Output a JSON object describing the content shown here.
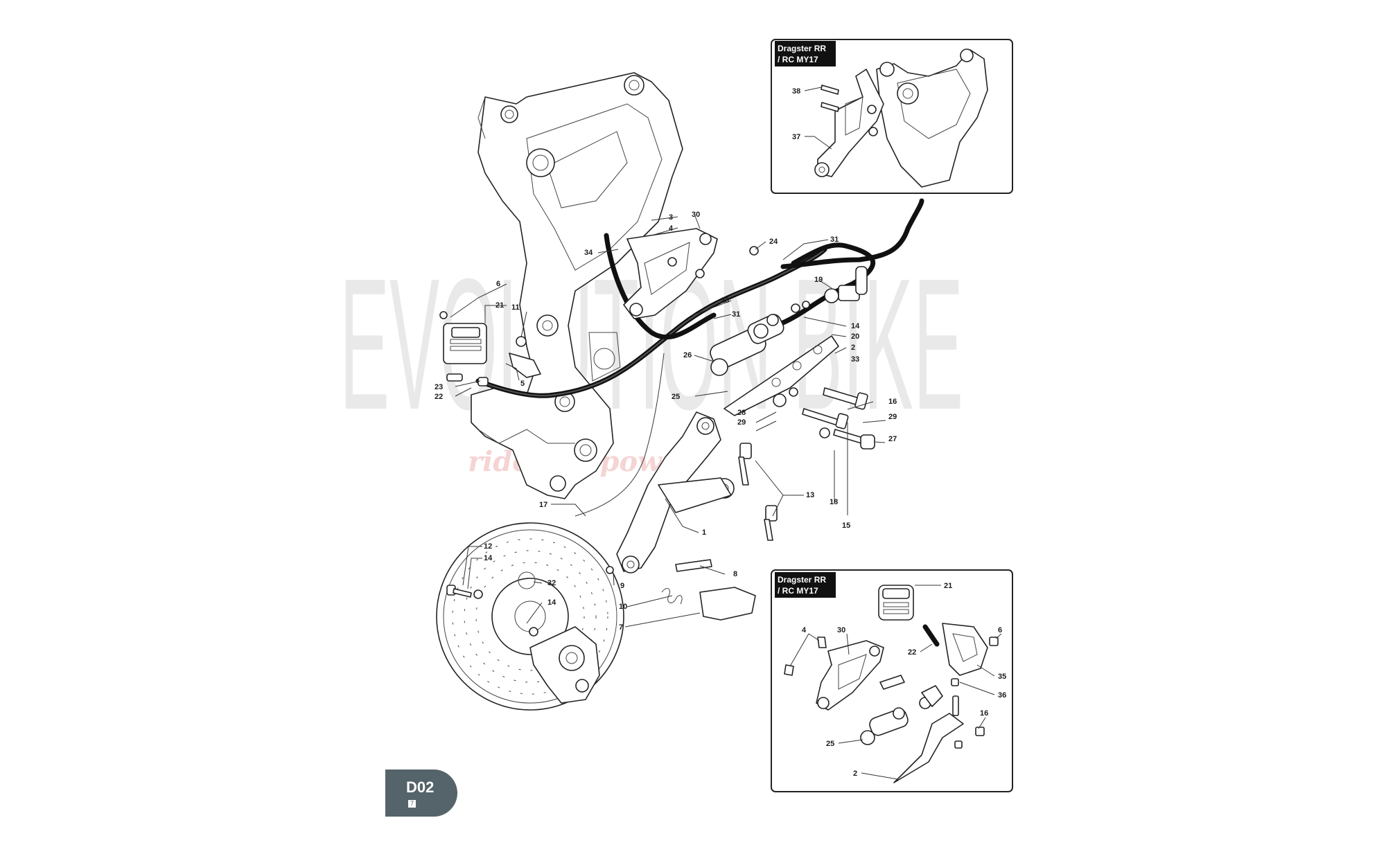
{
  "diagram": {
    "watermark": {
      "primary": "EVOLUTION BIKE",
      "secondary": "ride the power"
    },
    "main_callouts": [
      "3",
      "30",
      "4",
      "24",
      "31",
      "34",
      "19",
      "6",
      "23",
      "21",
      "31",
      "14",
      "11",
      "20",
      "2",
      "26",
      "33",
      "25",
      "5",
      "23",
      "16",
      "22",
      "28",
      "29",
      "29",
      "27",
      "13",
      "17",
      "18",
      "1",
      "15",
      "12",
      "14",
      "8",
      "32",
      "9",
      "10",
      "14",
      "7"
    ],
    "inset_top": {
      "title_line1": "Dragster RR",
      "title_line2": "/ RC MY17",
      "callouts": [
        "38",
        "37"
      ]
    },
    "inset_bottom": {
      "title_line1": "Dragster RR",
      "title_line2": "/ RC MY17",
      "callouts": [
        "21",
        "4",
        "30",
        "6",
        "22",
        "35",
        "36",
        "16",
        "25",
        "2"
      ]
    }
  },
  "page_badge": {
    "code": "D02",
    "number": "7"
  },
  "colors": {
    "badge": "#55636a",
    "hose": "#111111",
    "watermark": "#d0d0d0",
    "watermark_sub": "#f0b8b8"
  }
}
